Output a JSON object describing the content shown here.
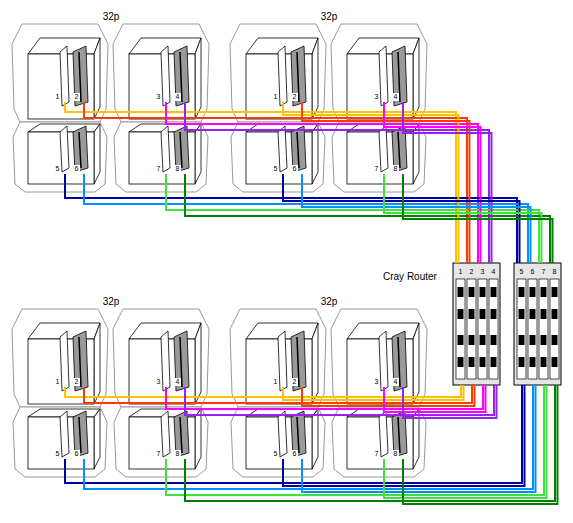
{
  "diagram": {
    "nodes": [
      {
        "text": [
          "32p"
        ]
      },
      {
        "text": [
          "32p"
        ]
      },
      {
        "text": [
          "Cray Router"
        ]
      },
      {
        "text": [
          "32p"
        ]
      },
      {
        "text": [
          "32p"
        ]
      }
    ],
    "edges": [
      {
        "from": 0,
        "to": 2,
        "arrow": "none"
      },
      {
        "from": 0,
        "to": 2,
        "arrow": "none"
      },
      {
        "from": 0,
        "to": 2,
        "arrow": "none"
      },
      {
        "from": 0,
        "to": 2,
        "arrow": "none"
      },
      {
        "from": 0,
        "to": 2,
        "arrow": "none"
      },
      {
        "from": 0,
        "to": 2,
        "arrow": "none"
      },
      {
        "from": 0,
        "to": 2,
        "arrow": "none"
      },
      {
        "from": 0,
        "to": 2,
        "arrow": "none"
      },
      {
        "from": 1,
        "to": 2,
        "arrow": "none"
      },
      {
        "from": 1,
        "to": 2,
        "arrow": "none"
      },
      {
        "from": 1,
        "to": 2,
        "arrow": "none"
      },
      {
        "from": 1,
        "to": 2,
        "arrow": "none"
      },
      {
        "from": 1,
        "to": 2,
        "arrow": "none"
      },
      {
        "from": 1,
        "to": 2,
        "arrow": "none"
      },
      {
        "from": 1,
        "to": 2,
        "arrow": "none"
      },
      {
        "from": 1,
        "to": 2,
        "arrow": "none"
      },
      {
        "from": 3,
        "to": 2,
        "arrow": "none"
      },
      {
        "from": 3,
        "to": 2,
        "arrow": "none"
      },
      {
        "from": 3,
        "to": 2,
        "arrow": "none"
      },
      {
        "from": 3,
        "to": 2,
        "arrow": "none"
      },
      {
        "from": 3,
        "to": 2,
        "arrow": "none"
      },
      {
        "from": 3,
        "to": 2,
        "arrow": "none"
      },
      {
        "from": 3,
        "to": 2,
        "arrow": "none"
      },
      {
        "from": 3,
        "to": 2,
        "arrow": "none"
      },
      {
        "from": 4,
        "to": 2,
        "arrow": "none"
      },
      {
        "from": 4,
        "to": 2,
        "arrow": "none"
      },
      {
        "from": 4,
        "to": 2,
        "arrow": "none"
      },
      {
        "from": 4,
        "to": 2,
        "arrow": "none"
      },
      {
        "from": 4,
        "to": 2,
        "arrow": "none"
      },
      {
        "from": 4,
        "to": 2,
        "arrow": "none"
      },
      {
        "from": 4,
        "to": 2,
        "arrow": "none"
      },
      {
        "from": 4,
        "to": 2,
        "arrow": "none"
      }
    ],
    "labels": [
      "1",
      "2",
      "3",
      "4",
      "5",
      "6",
      "7",
      "8",
      "1",
      "2",
      "3",
      "4",
      "5",
      "6",
      "7",
      "8",
      "1",
      "2",
      "3",
      "4",
      "5",
      "6",
      "7",
      "8",
      "1",
      "2",
      "3",
      "4",
      "5",
      "6",
      "7",
      "8",
      "1",
      "2",
      "3",
      "4",
      "5",
      "6",
      "7",
      "8"
    ]
  }
}
